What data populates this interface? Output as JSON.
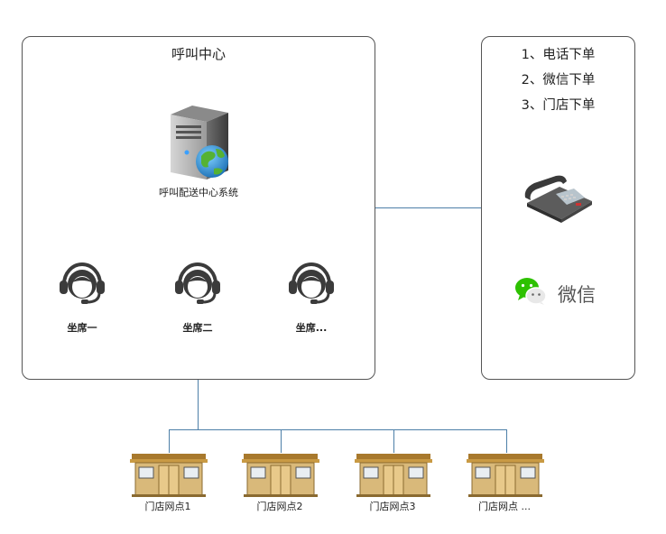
{
  "call_center": {
    "title": "呼叫中心",
    "server_label": "呼叫配送中心系统",
    "agents": [
      {
        "label": "坐席一"
      },
      {
        "label": "坐席二"
      },
      {
        "label": "坐席..."
      }
    ]
  },
  "ordering": {
    "methods": [
      "1、电话下单",
      "2、微信下单",
      "3、门店下单"
    ],
    "wechat_label": "微信"
  },
  "stores": [
    {
      "label": "门店网点1"
    },
    {
      "label": "门店网点2"
    },
    {
      "label": "门店网点3"
    },
    {
      "label": "门店网点 ..."
    }
  ],
  "colors": {
    "connector": "#4d7fa8",
    "border": "#555555",
    "wechat_green": "#2dc100",
    "store_wall": "#d9b97a",
    "store_roof": "#a8792d"
  }
}
